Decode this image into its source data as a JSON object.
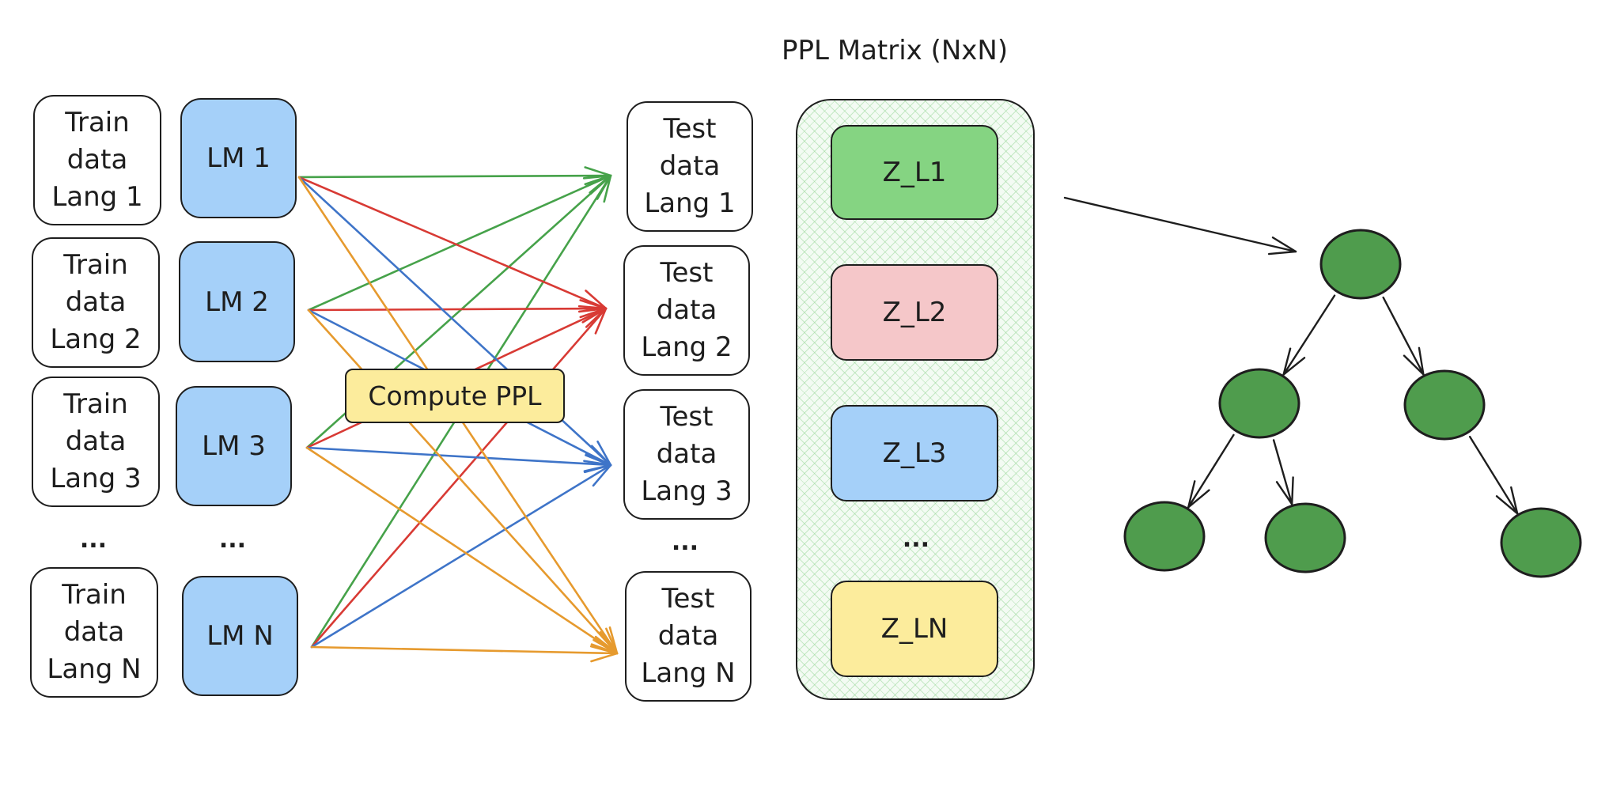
{
  "title": "PPL Matrix (NxN)",
  "compute_label": "Compute PPL",
  "train_data": [
    {
      "lines": [
        "Train",
        "data",
        "Lang 1"
      ]
    },
    {
      "lines": [
        "Train",
        "data",
        "Lang 2"
      ]
    },
    {
      "lines": [
        "Train",
        "data",
        "Lang 3"
      ]
    },
    {
      "lines": [
        "Train",
        "data",
        "Lang N"
      ]
    }
  ],
  "models": [
    "LM 1",
    "LM 2",
    "LM 3",
    "LM N"
  ],
  "test_data": [
    {
      "lines": [
        "Test",
        "data",
        "Lang 1"
      ]
    },
    {
      "lines": [
        "Test",
        "data",
        "Lang 2"
      ]
    },
    {
      "lines": [
        "Test",
        "data",
        "Lang 3"
      ]
    },
    {
      "lines": [
        "Test",
        "data",
        "Lang N"
      ]
    }
  ],
  "ellipsis": "...",
  "matrix_rows": [
    {
      "label": "Z_L1",
      "color": "#85d482"
    },
    {
      "label": "Z_L2",
      "color": "#f5c7c9"
    },
    {
      "label": "Z_L3",
      "color": "#a5d0f9"
    },
    {
      "label": "Z_LN",
      "color": "#fcec9c"
    }
  ],
  "colors": {
    "lm_fill": "#a5d0f9",
    "compute_fill": "#fcec9c",
    "tree_node": "#4f9c4d",
    "arrow_to_test_1": "#46a24a",
    "arrow_to_test_2": "#d83a34",
    "arrow_to_test_3": "#3e74c8",
    "arrow_to_test_n": "#e69a2e",
    "ink": "#1e1e1e"
  },
  "tree": {
    "node_count": 6,
    "edges": [
      [
        0,
        1
      ],
      [
        0,
        2
      ],
      [
        1,
        3
      ],
      [
        1,
        4
      ],
      [
        2,
        5
      ]
    ]
  }
}
